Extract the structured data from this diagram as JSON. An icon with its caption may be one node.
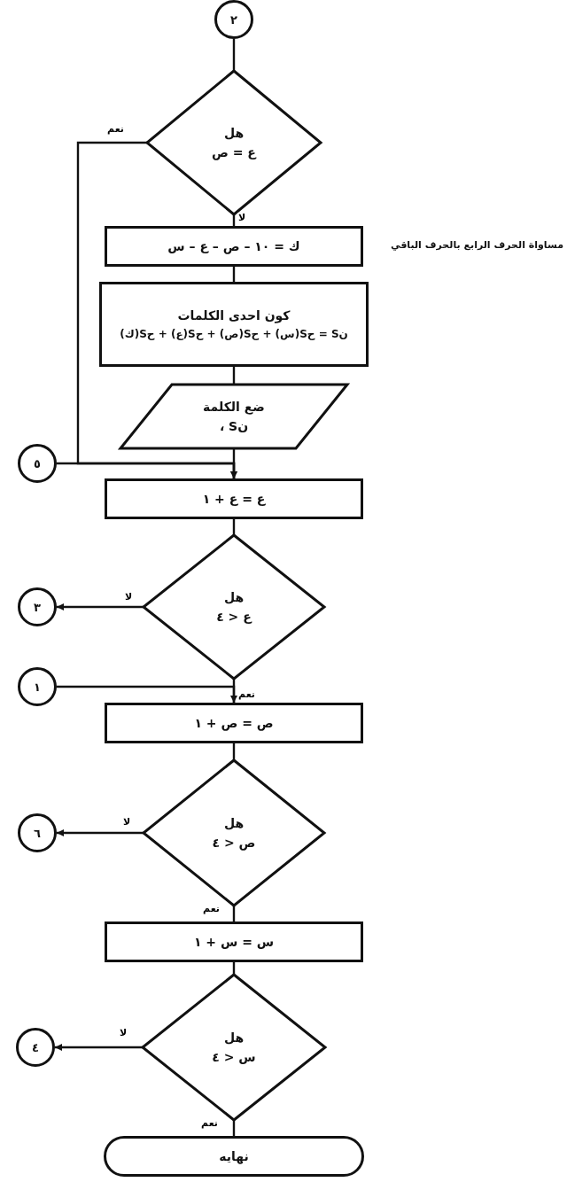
{
  "diagram": {
    "nodes": [
      {
        "text": [
          "٢"
        ]
      },
      {
        "text": [
          "هل",
          "ع = ص"
        ]
      },
      {
        "text": [
          "ك = ١٠ – ص – ع – س"
        ],
        "beside": [
          "مساواة الحرف الرابع بالحرف الباقي"
        ]
      },
      {
        "text": [
          "كون احدى الكلمات",
          "نS = حS(س) + حS(ص) + حS(ع) + حS(ك)"
        ]
      },
      {
        "text": [
          "ضع الكلمة",
          "نS ،"
        ]
      },
      {
        "text": [
          "٥"
        ]
      },
      {
        "text": [
          "ع = ع + ١"
        ]
      },
      {
        "text": [
          "هل",
          "ع < ٤"
        ]
      },
      {
        "text": [
          "٣"
        ]
      },
      {
        "text": [
          "١"
        ]
      },
      {
        "text": [
          "ص = ص + ١"
        ]
      },
      {
        "text": [
          "هل",
          "ص < ٤"
        ]
      },
      {
        "text": [
          "٦"
        ]
      },
      {
        "text": [
          "س = س + ١"
        ]
      },
      {
        "text": [
          "هل",
          "س < ٤"
        ]
      },
      {
        "text": [
          "٤"
        ]
      },
      {
        "text": [
          "نهايه"
        ]
      }
    ],
    "edges": [
      {
        "from": 0,
        "to": 1,
        "arrow": "none"
      },
      {
        "from": 1,
        "to": 2,
        "label": "لا",
        "arrow": "none"
      },
      {
        "from": 1,
        "to": 6,
        "label": "نعم",
        "arrow": "to"
      },
      {
        "from": 2,
        "to": 3,
        "arrow": "none"
      },
      {
        "from": 3,
        "to": 4,
        "arrow": "none"
      },
      {
        "from": 4,
        "to": 6,
        "arrow": "none"
      },
      {
        "from": 5,
        "to": 6,
        "arrow": "to"
      },
      {
        "from": 6,
        "to": 7,
        "arrow": "none"
      },
      {
        "from": 7,
        "to": 8,
        "label": "لا",
        "arrow": "to"
      },
      {
        "from": 7,
        "to": 10,
        "label": "نعم",
        "arrow": "none"
      },
      {
        "from": 9,
        "to": 10,
        "arrow": "to"
      },
      {
        "from": 10,
        "to": 11,
        "arrow": "none"
      },
      {
        "from": 11,
        "to": 12,
        "label": "لا",
        "arrow": "to"
      },
      {
        "from": 11,
        "to": 13,
        "label": "نعم",
        "arrow": "none"
      },
      {
        "from": 13,
        "to": 14,
        "arrow": "none"
      },
      {
        "from": 14,
        "to": 15,
        "label": "لا",
        "arrow": "to"
      },
      {
        "from": 14,
        "to": 16,
        "label": "نعم",
        "arrow": "none"
      }
    ]
  }
}
